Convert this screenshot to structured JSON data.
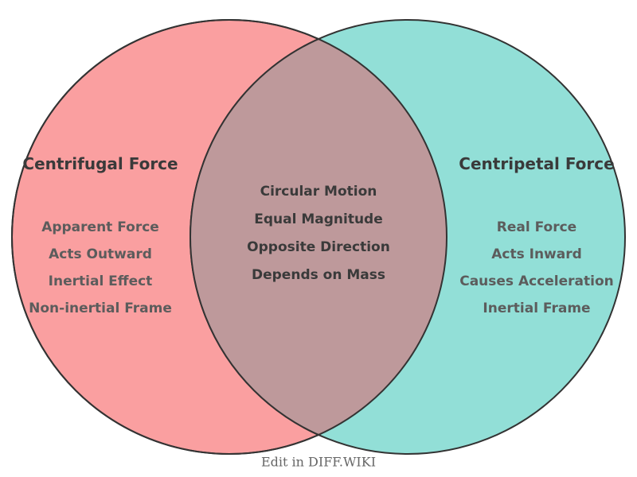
{
  "diagram": {
    "type": "venn-2-set",
    "left": {
      "title": "Centrifugal Force",
      "color": "#FA9FA0",
      "items": [
        "Apparent Force",
        "Acts Outward",
        "Inertial Effect",
        "Non-inertial Frame"
      ]
    },
    "right": {
      "title": "Centripetal Force",
      "color": "#92DFD7",
      "items": [
        "Real Force",
        "Acts Inward",
        "Causes Acceleration",
        "Inertial Frame"
      ]
    },
    "overlap": {
      "color": "#BE999B",
      "items": [
        "Circular Motion",
        "Equal Magnitude",
        "Opposite Direction",
        "Depends on Mass"
      ]
    },
    "outline_color": "#333333",
    "text_colors": {
      "title": "#3A3A3A",
      "side_item": "#5C5C5C",
      "overlap_item": "#3A3A3A"
    }
  },
  "footer": {
    "caption": "Edit in DIFF.WIKI",
    "color": "#666666"
  }
}
